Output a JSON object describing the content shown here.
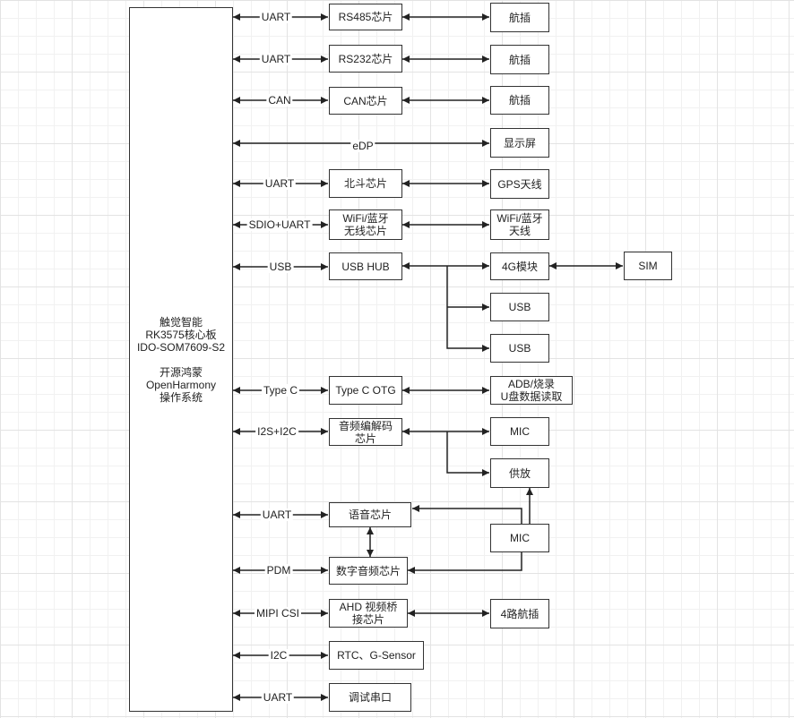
{
  "soc": {
    "line1": "触觉智能",
    "line2": "RK3575核心板",
    "line3": "IDO-SOM7609-S2",
    "line4": "开源鸿蒙",
    "line5": "OpenHarmony",
    "line6": "操作系统"
  },
  "chips": {
    "rs485": "RS485芯片",
    "rs232": "RS232芯片",
    "can": "CAN芯片",
    "beidou": "北斗芯片",
    "wifi_l1": "WiFi/蓝牙",
    "wifi_l2": "无线芯片",
    "usb_hub": "USB HUB",
    "typec_otg": "Type C OTG",
    "audio_l1": "音频编解码",
    "audio_l2": "芯片",
    "voice": "语音芯片",
    "digital_audio": "数字音频芯片",
    "ahd_l1": "AHD 视频桥",
    "ahd_l2": "接芯片",
    "rtc": "RTC、G-Sensor",
    "debug": "调试串口"
  },
  "peripherals": {
    "aviation1": "航插",
    "aviation2": "航插",
    "aviation3": "航插",
    "display": "显示屏",
    "gps": "GPS天线",
    "wifi_ant_l1": "WiFi/蓝牙",
    "wifi_ant_l2": "天线",
    "module_4g": "4G模块",
    "sim": "SIM",
    "usb1": "USB",
    "usb2": "USB",
    "adb_l1": "ADB/烧录",
    "adb_l2": "U盘数据读取",
    "mic1": "MIC",
    "amp": "供放",
    "mic2": "MIC",
    "aviation4": "4路航插"
  },
  "interfaces": {
    "uart1": "UART",
    "uart2": "UART",
    "can": "CAN",
    "edp": "eDP",
    "uart3": "UART",
    "sdio_uart": "SDIO+UART",
    "usb": "USB",
    "typec": "Type C",
    "i2s_i2c": "I2S+I2C",
    "uart4": "UART",
    "pdm": "PDM",
    "mipi_csi": "MIPI CSI",
    "i2c": "I2C",
    "uart5": "UART"
  }
}
